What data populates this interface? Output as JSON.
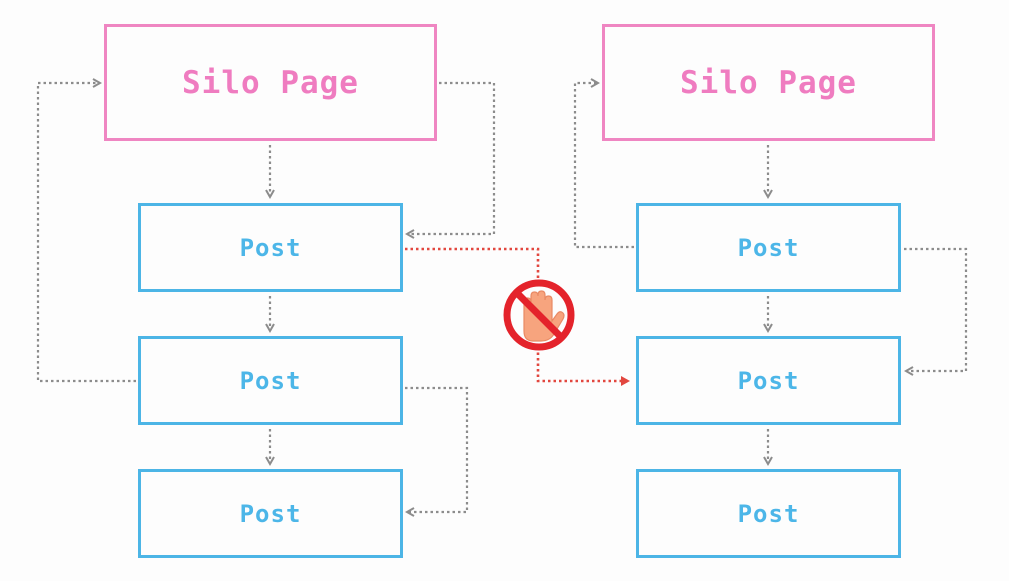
{
  "colors": {
    "silo_border": "#ef86c2",
    "silo_text": "#ef7cc0",
    "post_border": "#4cb5e6",
    "post_text": "#4cb6e8",
    "internal_link": "#8c8c8c",
    "blocked_link": "#e2473f",
    "no_sign": "#e4232b",
    "hand": "#f7a47e"
  },
  "silos": [
    {
      "title": "Silo Page",
      "posts": [
        {
          "label": "Post"
        },
        {
          "label": "Post"
        },
        {
          "label": "Post"
        }
      ]
    },
    {
      "title": "Silo Page",
      "posts": [
        {
          "label": "Post"
        },
        {
          "label": "Post"
        },
        {
          "label": "Post"
        }
      ]
    }
  ],
  "icons": {
    "blocked": "no-hand-icon"
  }
}
